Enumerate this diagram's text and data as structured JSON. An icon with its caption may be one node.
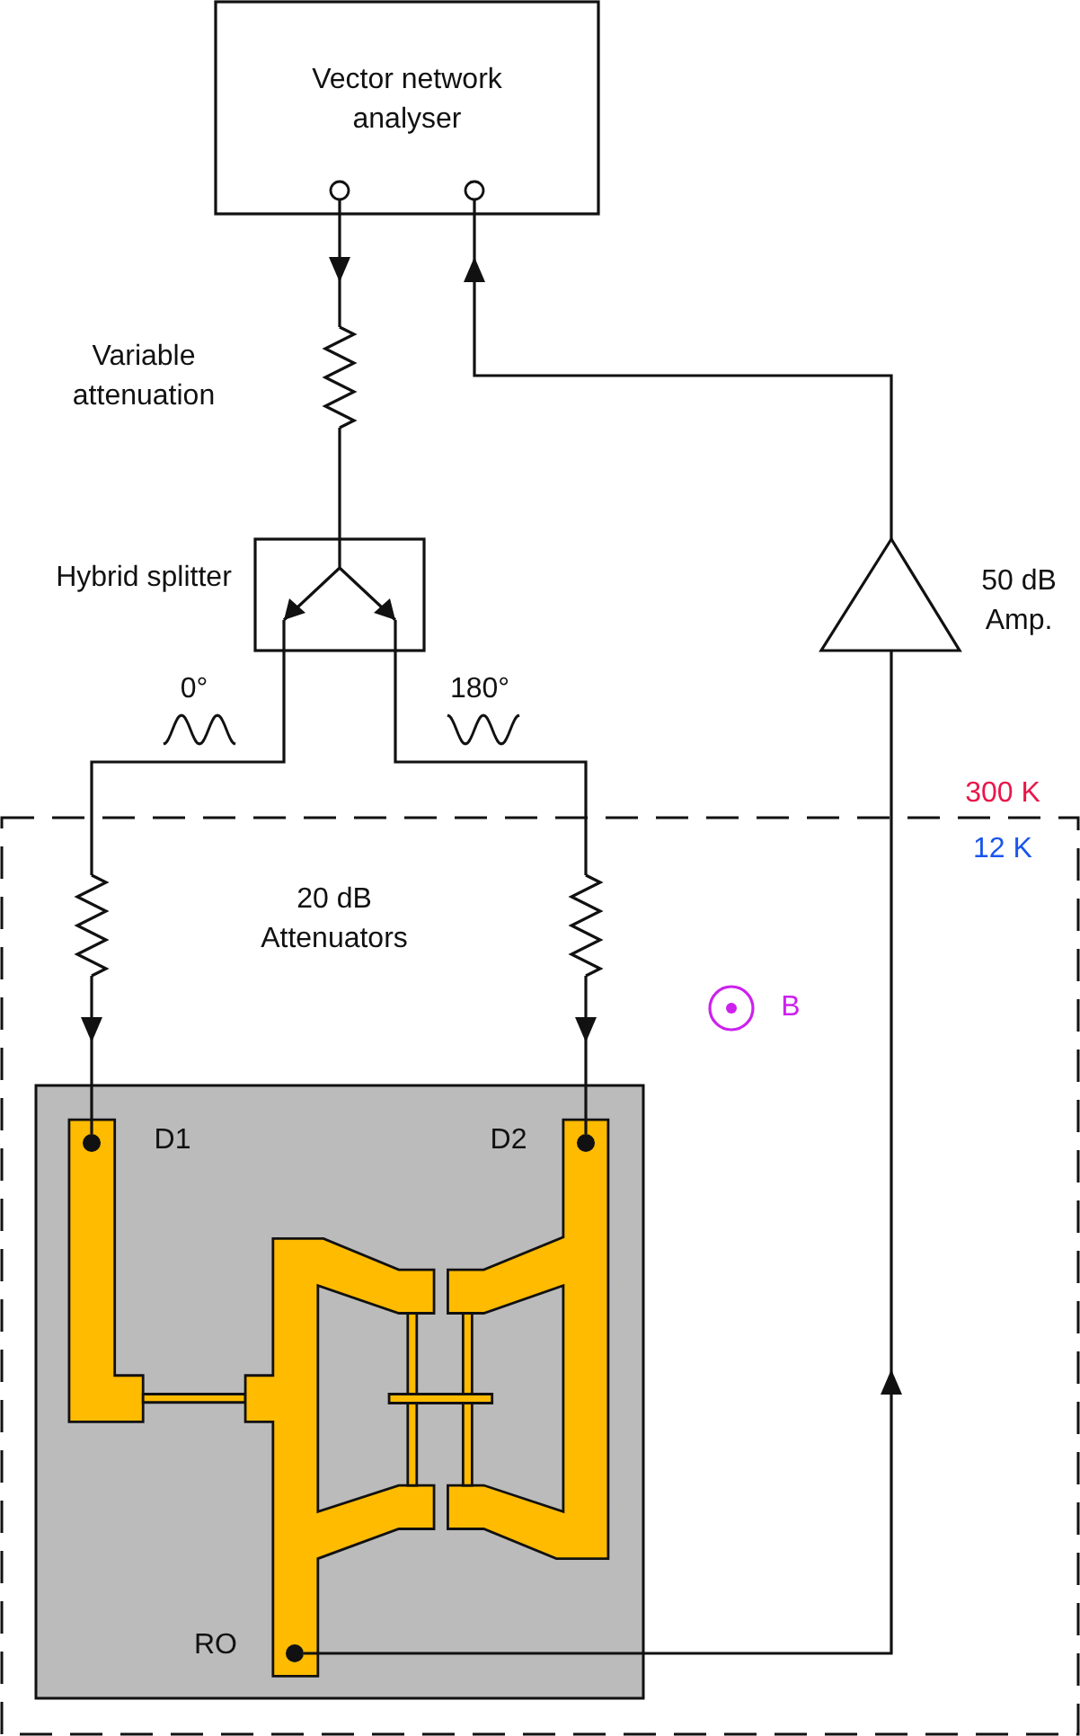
{
  "diagram": {
    "nodes": [
      {
        "text": [
          "Vector network analyser"
        ]
      },
      {
        "text": [],
        "shape": "resistor",
        "beside": [
          "Variable attenuation"
        ]
      },
      {
        "text": [],
        "shape": "box",
        "beside": [
          "Hybrid splitter"
        ]
      },
      {
        "text": [],
        "shape": "triangle",
        "beside": [
          "50 dB Amp."
        ]
      },
      {
        "text": [
          "12 K"
        ]
      },
      {
        "text": [],
        "shape": "resistor",
        "in": 4
      },
      {
        "text": [],
        "shape": "resistor",
        "in": 4
      },
      {
        "text": [],
        "shape": "box",
        "in": 4
      },
      {
        "text": [],
        "shape": "circle",
        "in": 7,
        "beside": [
          "D1"
        ]
      },
      {
        "text": [],
        "shape": "circle",
        "in": 7,
        "beside": [
          "D2"
        ]
      },
      {
        "text": [],
        "shape": "circle",
        "in": 7,
        "beside": [
          "RO"
        ]
      }
    ],
    "edges": [
      {
        "from": 0,
        "to": 1,
        "arrow": "to"
      },
      {
        "from": 1,
        "to": 2,
        "arrow": "none"
      },
      {
        "from": 2,
        "to": 5,
        "arrow": "none"
      },
      {
        "from": 2,
        "to": 6,
        "arrow": "none"
      },
      {
        "from": 5,
        "to": 8,
        "arrow": "to"
      },
      {
        "from": 6,
        "to": 9,
        "arrow": "to"
      },
      {
        "from": 10,
        "to": 3,
        "arrow": "to"
      },
      {
        "from": 3,
        "to": 0,
        "arrow": "to"
      }
    ],
    "labels": [
      "0°",
      "180°",
      "300 K",
      "20 dB Attenuators",
      "B"
    ]
  }
}
